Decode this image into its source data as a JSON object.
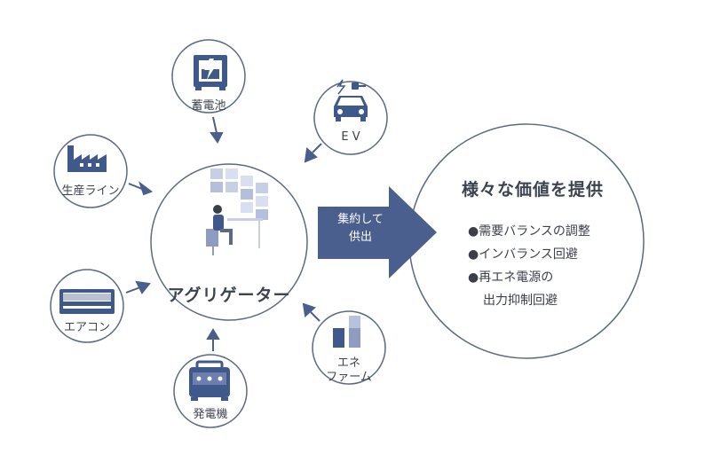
{
  "center": {
    "title": "アグリゲーター"
  },
  "arrow": {
    "line1": "集約して",
    "line2": "供出"
  },
  "result": {
    "title": "様々な価値を提供",
    "items": [
      "●需要バランスの調整",
      "●インバランス回避",
      "●再エネ電源の",
      "出力抑制回避"
    ]
  },
  "resources": {
    "battery": "蓄電池",
    "ev": "E V",
    "factory": "生産ライン",
    "aircon": "エアコン",
    "generator": "発電機",
    "enefarm_line1": "エネ",
    "enefarm_line2": "ファーム"
  },
  "colors": {
    "accent": "#4a5f8e",
    "stroke": "#5a6a82",
    "icon": "#3f5a8a"
  }
}
